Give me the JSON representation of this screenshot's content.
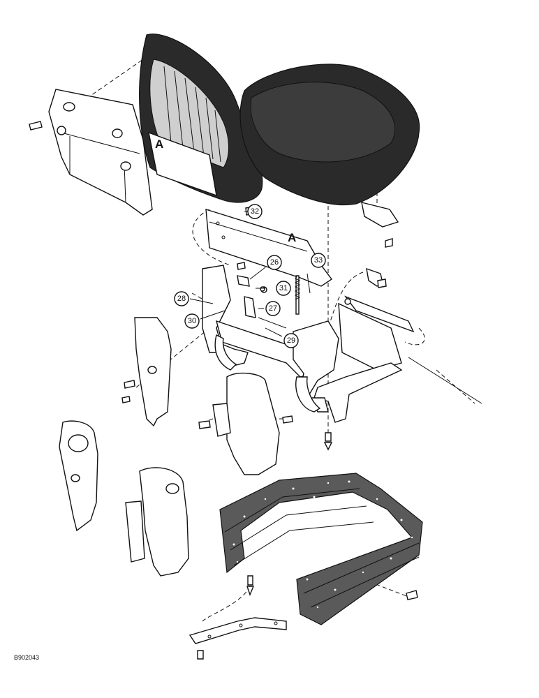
{
  "reference_letters": [
    "A",
    "A"
  ],
  "callouts": [
    {
      "id": "callout-26",
      "label": "26"
    },
    {
      "id": "callout-27",
      "label": "27"
    },
    {
      "id": "callout-28",
      "label": "28"
    },
    {
      "id": "callout-29",
      "label": "29"
    },
    {
      "id": "callout-30",
      "label": "30"
    },
    {
      "id": "callout-31",
      "label": "31"
    },
    {
      "id": "callout-32",
      "label": "32"
    },
    {
      "id": "callout-33",
      "label": "33"
    }
  ],
  "figure_id": "B902043",
  "colors": {
    "ink": "#111111",
    "paper": "#ffffff",
    "upholstery": "#2a2a2a",
    "foam": "#5a5a5a"
  }
}
